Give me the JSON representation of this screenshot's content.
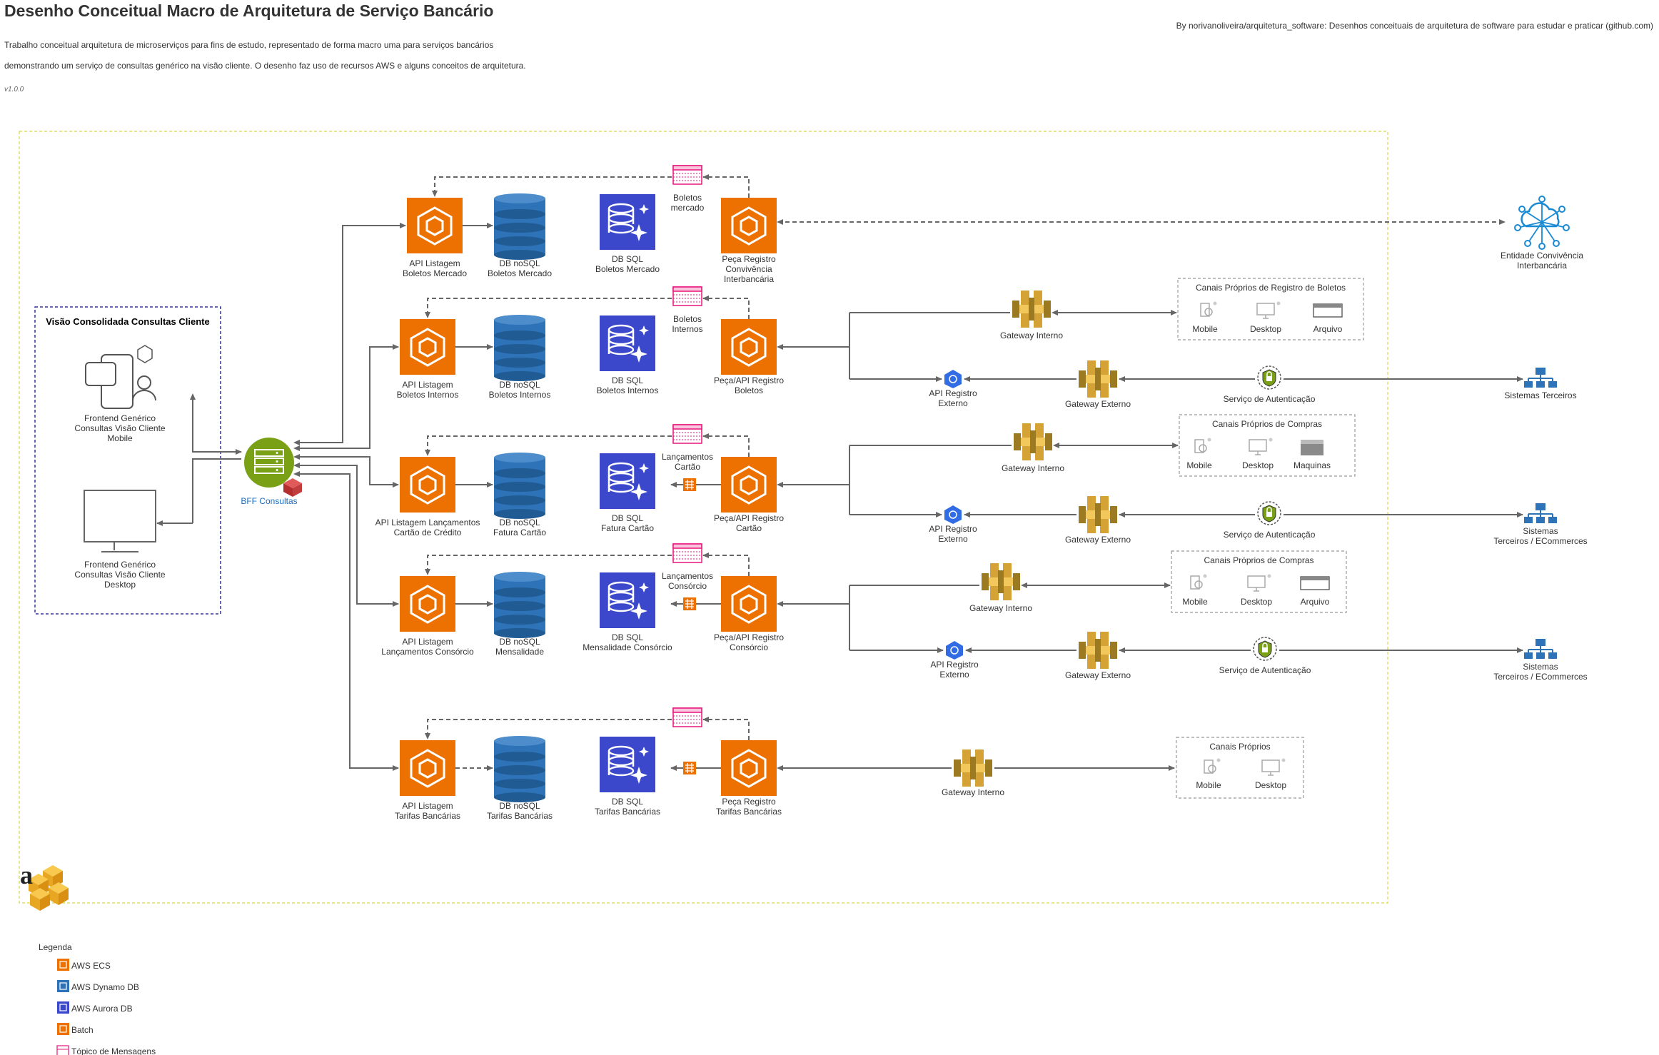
{
  "header": {
    "title": "Desenho Conceitual Macro de Arquitetura de Serviço Bancário",
    "credit": "By norivanoliveira/arquitetura_software: Desenhos conceituais de arquitetura de software para estudar e praticar (github.com)",
    "desc1": "Trabalho conceitual arquitetura de microserviços para fins de estudo, representado de forma macro uma para serviços bancários",
    "desc2": "demonstrando um serviço de consultas genérico na visão cliente. O desenho faz uso de recursos AWS e alguns conceitos de arquitetura.",
    "version": "v1.0.0"
  },
  "client": {
    "title": "Visão Consolidada Consultas Cliente",
    "mobile": [
      "Frontend Genérico",
      "Consultas Visão Cliente",
      "Mobile"
    ],
    "desktop": [
      "Frontend Genérico",
      "Consultas Visão Cliente",
      "Desktop"
    ],
    "bff": "BFF Consultas"
  },
  "rows": [
    {
      "api": [
        "API Listagem",
        "Boletos Mercado"
      ],
      "nosql": [
        "DB noSQL",
        "Boletos Mercado"
      ],
      "sql": [
        "DB SQL",
        "Boletos Mercado"
      ],
      "topic": [
        "Boletos",
        "mercado"
      ],
      "reg": [
        "Peça Registro",
        "Convivência",
        "Interbancária"
      ]
    },
    {
      "api": [
        "API Listagem",
        "Boletos Internos"
      ],
      "nosql": [
        "DB noSQL",
        "Boletos Internos"
      ],
      "sql": [
        "DB SQL",
        "Boletos Internos"
      ],
      "topic": [
        "Boletos",
        "Internos"
      ],
      "reg": [
        "Peça/API Registro",
        "Boletos"
      ]
    },
    {
      "api": [
        "API Listagem Lançamentos",
        "Cartão de Crédito"
      ],
      "nosql": [
        "DB noSQL",
        "Fatura Cartão"
      ],
      "sql": [
        "DB SQL",
        "Fatura Cartão"
      ],
      "topic": [
        "Lançamentos",
        "Cartão"
      ],
      "reg": [
        "Peça/API Registro",
        "Cartão"
      ]
    },
    {
      "api": [
        "API Listagem",
        "Lançamentos Consórcio"
      ],
      "nosql": [
        "DB noSQL",
        "Mensalidade"
      ],
      "sql": [
        "DB SQL",
        "Mensalidade Consórcio"
      ],
      "topic": [
        "Lançamentos",
        "Consórcio"
      ],
      "reg": [
        "Peça/API Registro",
        "Consórcio"
      ]
    },
    {
      "api": [
        "API Listagem",
        "Tarifas Bancárias"
      ],
      "nosql": [
        "DB noSQL",
        "Tarifas Bancárias"
      ],
      "sql": [
        "DB SQL",
        "Tarifas Bancárias"
      ],
      "topic": [],
      "reg": [
        "Peça Registro",
        "Tarifas Bancárias"
      ]
    }
  ],
  "external": {
    "entity": [
      "Entidade Convivência",
      "Interbancária"
    ],
    "gw_int": "Gateway Interno",
    "gw_ext": "Gateway Externo",
    "api_ext": [
      "API Registro",
      "Externo"
    ],
    "auth": "Serviço  de Autenticação",
    "sys1": "Sistemas Terceiros",
    "sys2": [
      "Sistemas",
      "Terceiros / ECommerces"
    ]
  },
  "channels": [
    {
      "title": "Canais Próprios de Registro de Boletos",
      "items": [
        "Mobile",
        "Desktop",
        "Arquivo"
      ]
    },
    {
      "title": "Canais Próprios de Compras",
      "items": [
        "Mobile",
        "Desktop",
        "Maquinas"
      ]
    },
    {
      "title": "Canais Próprios de Compras",
      "items": [
        "Mobile",
        "Desktop",
        "Arquivo"
      ]
    },
    {
      "title": "Canais Próprios",
      "items": [
        "Mobile",
        "Desktop"
      ]
    }
  ],
  "legend": {
    "title": "Legenda",
    "items": [
      {
        "label": "AWS ECS",
        "color": "#ED7100"
      },
      {
        "label": "AWS Dynamo DB",
        "color": "#2E73B8"
      },
      {
        "label": "AWS Aurora DB",
        "color": "#3B48CC"
      },
      {
        "label": "Batch",
        "color": "#ED7100"
      },
      {
        "label": "Tópico de Mensagens",
        "color": "#E7157B"
      }
    ]
  },
  "colors": {
    "ecs": "#ED7100",
    "dynamo": "#2E73B8",
    "aurora": "#3B48CC",
    "gateway": "#D5A235",
    "bff": "#7AA116",
    "cloud": "#3D9BE9",
    "aws_frame": "#D6D64E"
  }
}
